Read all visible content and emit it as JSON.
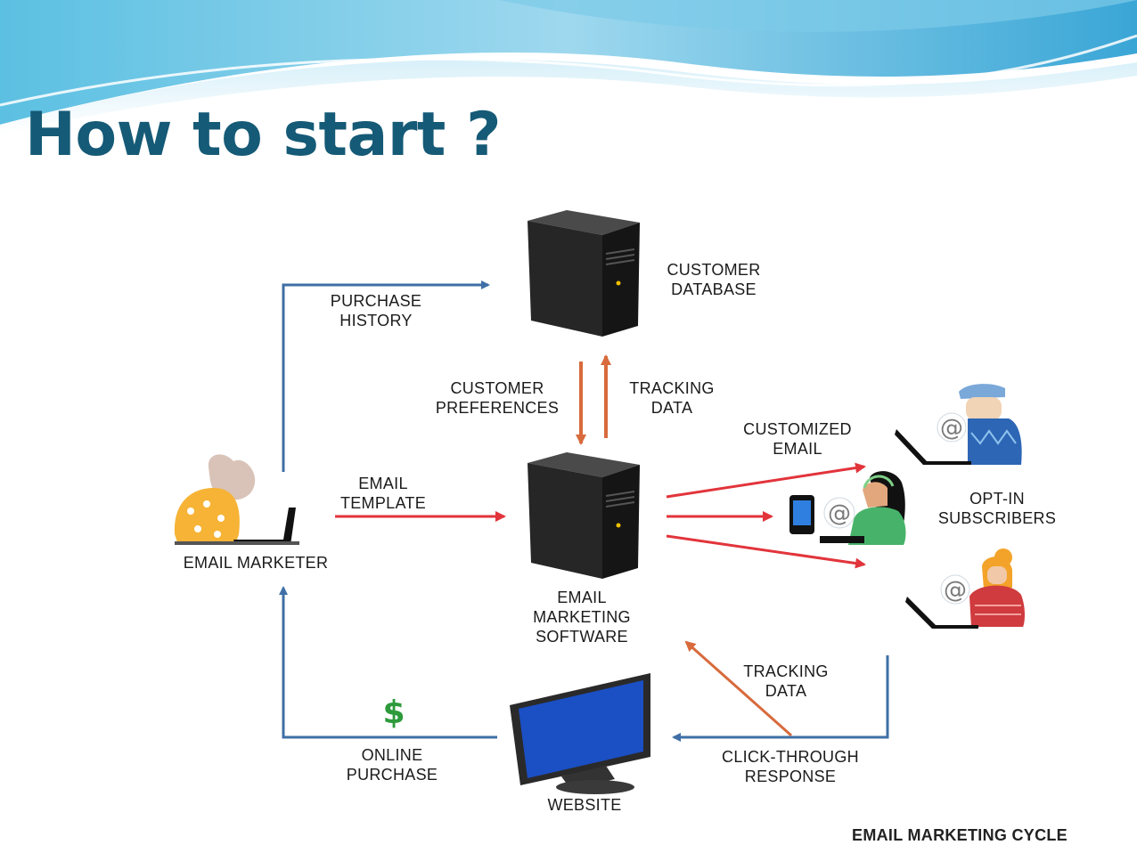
{
  "title": "How to start ?",
  "diagram": {
    "nodes": {
      "customer_database": "CUSTOMER\nDATABASE",
      "email_marketing_software": "EMAIL\nMARKETING\nSOFTWARE",
      "email_marketer": "EMAIL MARKETER",
      "website": "WEBSITE",
      "opt_in_subscribers": "OPT-IN\nSUBSCRIBERS"
    },
    "edges": {
      "purchase_history": "PURCHASE\nHISTORY",
      "customer_preferences": "CUSTOMER\nPREFERENCES",
      "tracking_data_top": "TRACKING\nDATA",
      "email_template": "EMAIL\nTEMPLATE",
      "customized_email": "CUSTOMIZED\nEMAIL",
      "tracking_data_bottom": "TRACKING\nDATA",
      "click_through_response": "CLICK-THROUGH\nRESPONSE",
      "online_purchase": "ONLINE\nPURCHASE"
    },
    "caption": "EMAIL MARKETING CYCLE",
    "at_symbol": "@",
    "dollar_symbol": "$"
  },
  "colors": {
    "title": "#155a76",
    "flow_arrow": "#3f6fa6",
    "email_arrow": "#e2343b",
    "tracking_arrow": "#d86a3c",
    "banner_light": "#bfe6f4",
    "banner_dark": "#4fb3dc"
  }
}
